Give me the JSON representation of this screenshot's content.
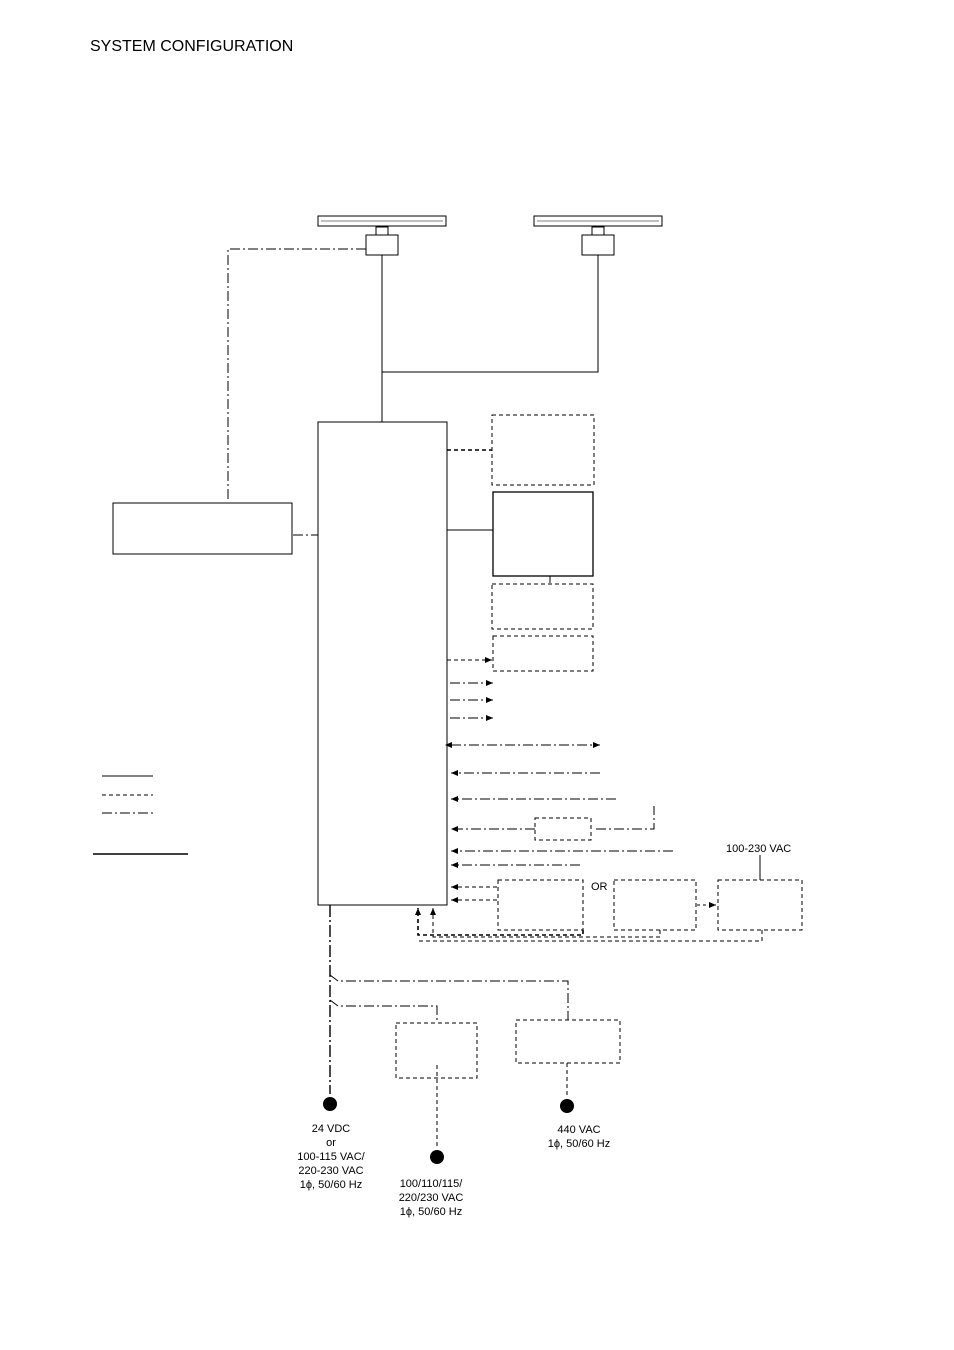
{
  "page": {
    "title": "SYSTEM CONFIGURATION"
  },
  "labels": {
    "or": "OR",
    "vac_100_230": "100-230 VAC"
  },
  "power_sources": {
    "main": [
      "24 VDC",
      "or",
      "100-115 VAC/",
      "220-230 VAC",
      "1ϕ, 50/60 Hz"
    ],
    "aux": [
      "100/110/115/",
      "220/230 VAC",
      "1ϕ, 50/60 Hz"
    ],
    "high_voltage": [
      "440 VAC",
      "1ϕ, 50/60 Hz"
    ]
  }
}
